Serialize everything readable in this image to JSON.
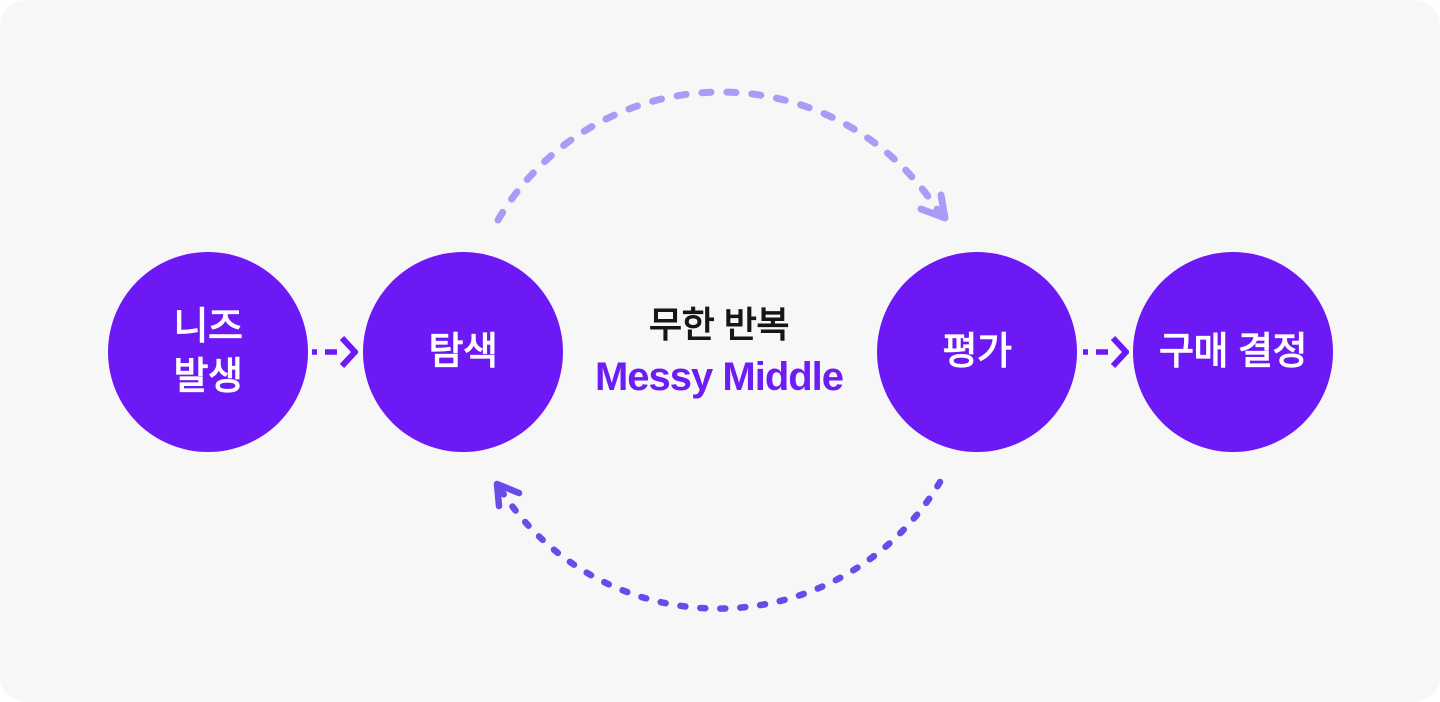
{
  "colors": {
    "page_bg": "#FFFFFF",
    "card_bg": "#F7F7F8",
    "circle_fill": "#6C19F6",
    "circle_text": "#FFFFFF",
    "step_arrow": "#6C19F6",
    "loop_top_arc": "#A89CF4",
    "loop_bottom_arc": "#6A4BE9",
    "center_title": "#161616",
    "center_subtitle": "#6D1CF1"
  },
  "steps": [
    {
      "label": "니즈 발생",
      "lines": [
        "니즈",
        "발생"
      ]
    },
    {
      "label": "탐색",
      "lines": [
        "탐색"
      ]
    },
    {
      "label": "평가",
      "lines": [
        "평가"
      ]
    },
    {
      "label": "구매 결정",
      "lines": [
        "구매 결정"
      ]
    }
  ],
  "center": {
    "title": "무한 반복",
    "subtitle": "Messy Middle"
  }
}
